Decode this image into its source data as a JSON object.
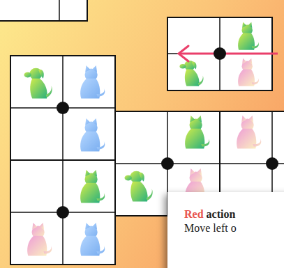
{
  "diagram": {
    "nodes": [
      {
        "text": [
          "Red",
          "action",
          "Move left o"
        ]
      }
    ]
  }
}
